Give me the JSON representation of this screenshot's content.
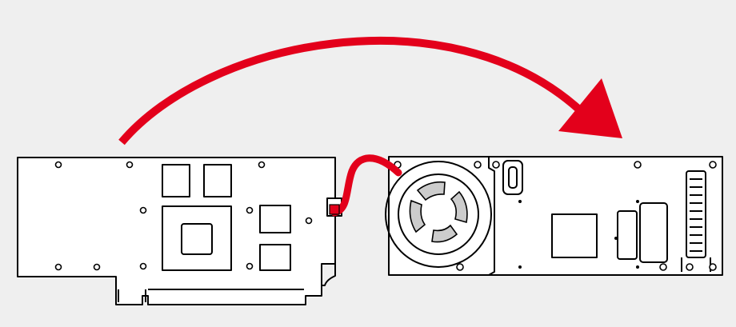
{
  "colors": {
    "background": "#efefef",
    "outline": "#000000",
    "board_fill": "#ffffff",
    "accent": "#e3001b",
    "fan_blade": "#cccccc"
  },
  "diagram": {
    "description_items": [
      {
        "id": "gpu-board-bare",
        "icon": "pcb-icon"
      },
      {
        "id": "gpu-board-with-cooler",
        "icon": "cooler-icon"
      },
      {
        "id": "transfer-arrow",
        "icon": "arrow-icon"
      },
      {
        "id": "connector-cable",
        "icon": "cable-icon"
      }
    ]
  }
}
